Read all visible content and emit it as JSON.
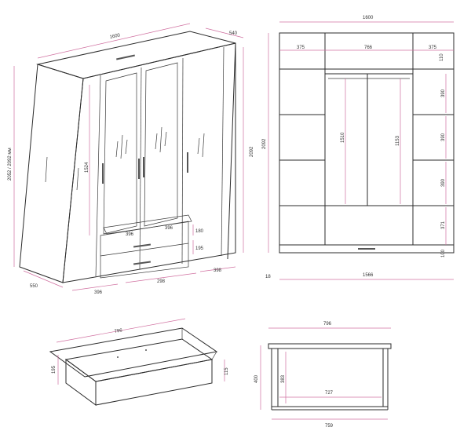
{
  "wardrobe_iso": {
    "width": "1600",
    "depth": "540",
    "height_label": "2052 / 2092 мм",
    "drawer_gap": "396",
    "side_height": "1524",
    "drawer_h1": "180",
    "drawer_h2": "396",
    "drawer_h3": "195",
    "bottom_depth": "550",
    "bottom_w1": "396",
    "bottom_w2": "298",
    "bottom_w3": "398"
  },
  "wardrobe_front": {
    "total_width": "1600",
    "inner_width": "1566",
    "left_w": "375",
    "mid_w": "766",
    "right_w": "375",
    "total_height": "2092",
    "plinth": "18",
    "top_shelf": "110",
    "hang_left": "1510",
    "hang_right": "1153",
    "shelf_1": "390",
    "shelf_2": "390",
    "shelf_3": "390",
    "shelf_4": "371",
    "bottom_gap": "100"
  },
  "drawer_iso": {
    "width": "796",
    "height_outer": "195",
    "height_inner": "115"
  },
  "drawer_section": {
    "top_width": "796",
    "height": "400",
    "inner_height": "383",
    "inner_width": "727",
    "bottom_width": "759"
  }
}
